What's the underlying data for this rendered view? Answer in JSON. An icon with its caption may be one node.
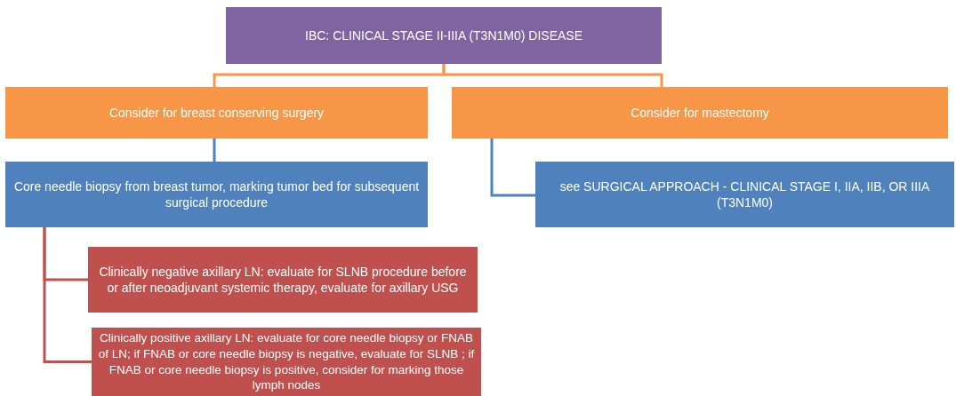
{
  "diagram": {
    "nodes": [
      {
        "text": [
          "IBC: CLINICAL STAGE II-IIIA (T3N1M0) DISEASE"
        ]
      },
      {
        "text": [
          "Consider for breast conserving surgery"
        ]
      },
      {
        "text": [
          "Consider for mastectomy"
        ]
      },
      {
        "text": [
          "Core needle biopsy from breast tumor, marking tumor bed for subsequent surgical procedure"
        ]
      },
      {
        "text": [
          "see SURGICAL APPROACH - CLINICAL STAGE I, IIA, IIB, OR IIIA (T3N1M0)"
        ]
      },
      {
        "text": [
          "Clinically negative axillary LN: evaluate for SLNB procedure before or after neoadjuvant systemic therapy, evaluate for axillary USG"
        ]
      },
      {
        "text": [
          "Clinically positive axillary LN: evaluate for core needle biopsy or FNAB of LN; if FNAB or core needle biopsy is negative, evaluate for SLNB ; if FNAB or core needle biopsy is positive, consider for marking those lymph nodes"
        ]
      }
    ],
    "edges": [
      {
        "from": 0,
        "to": 1,
        "arrow": "none",
        "color": "#f79646"
      },
      {
        "from": 0,
        "to": 2,
        "arrow": "none",
        "color": "#f79646"
      },
      {
        "from": 1,
        "to": 3,
        "arrow": "none",
        "color": "#4f81bd"
      },
      {
        "from": 2,
        "to": 4,
        "arrow": "none",
        "color": "#4f81bd"
      },
      {
        "from": 3,
        "to": 5,
        "arrow": "none",
        "color": "#c0504d"
      },
      {
        "from": 3,
        "to": 6,
        "arrow": "none",
        "color": "#c0504d"
      }
    ]
  }
}
